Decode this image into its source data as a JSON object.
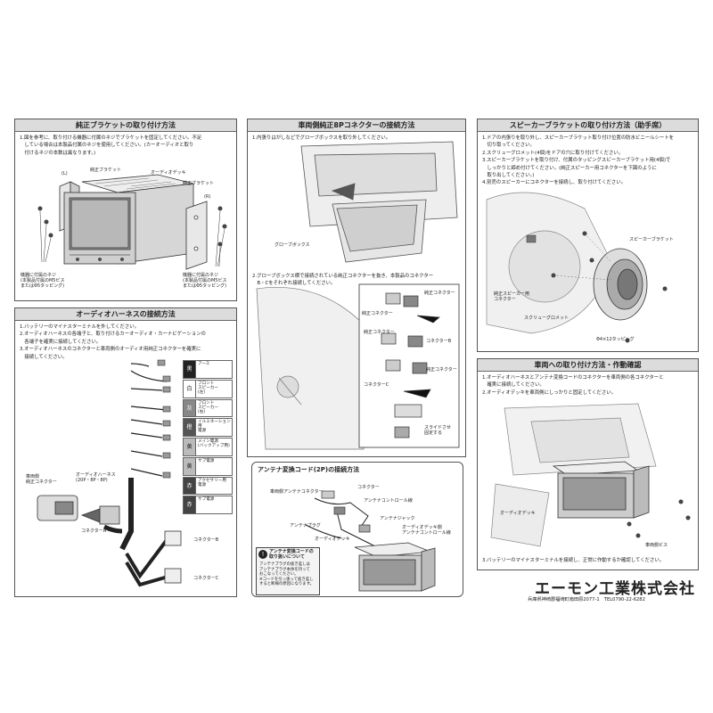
{
  "panels": {
    "bracket": {
      "title": "純正ブラケットの取り付け方法",
      "steps": [
        "1.図を参考に、取り付ける機器に付属のネジでブラケットを固定してください。不足",
        "　している場合は本製品付属のネジを使用してください。(カーオーディオと取り",
        "　付けるネジの本数は異なります。)"
      ],
      "labels": {
        "left": "(L)",
        "right": "(R)",
        "bracket_l": "純正ブラケット",
        "deck": "オーディオデッキ",
        "bracket_r": "純正ブラケット",
        "screw_l": "機器に付属のネジ\n(本製品付属のM5ビス\nまたはΦ5タッピング)",
        "screw_r": "機器に付属のネジ\n(本製品付属のM5ビス\nまたはΦ5タッピング)"
      }
    },
    "connector8p": {
      "title": "車両側純正8Pコネクターの接続方法",
      "step1": "1.内張りはがしなどでグローブボックスを取り外してください。",
      "step2": [
        "2.グローブボックス横で接続されている純正コネクターを抜き、本製品のコネクター",
        "　B・Cをそれぞれ接続してください。"
      ],
      "labels": {
        "glovebox": "グローブボックス",
        "genuine1": "純正コネクター",
        "genuine2": "純正コネクター",
        "genuine3": "純正コネクター",
        "connB": "コネクターB",
        "genuine4": "純正コネクター",
        "connC": "コネクターC",
        "slide": "スライドさせ\n固定する"
      }
    },
    "speaker": {
      "title": "スピーカーブラケットの取り付け方法（助手席）",
      "steps": [
        "1.ドアの内張りを取り外し、スピーカーブラケット取り付け位置の防水ビニールシートを",
        "　切り取ってください。",
        "2.スクリューグロメット(4個)をドアの穴に取り付けてください。",
        "3.スピーカーブラケットを取り付け、付属のタッピングスビーカーブラケット用(4個)で",
        "　しっかりと締め付けてください。(純正スピーカー用コネクターを下図のように",
        "　取り出してください。)",
        "4.別売のスピーカーにコネクターを接続し、取り付けてください。"
      ],
      "labels": {
        "bracket": "スピーカーブラケット",
        "genuine_conn": "純正スピーカー用\nコネクター",
        "grommet": "スクリューグロメット",
        "tapping": "Φ4×12タッピング"
      }
    },
    "harness": {
      "title": "オーディオハーネスの接続方法",
      "steps": [
        "1.バッテリーのマイナスターミナルを外してください。",
        "2.オーディオハーネスの各端子と、取り付けるカーオーディオ・カーナビゲーションの",
        "　各端子を確実に接続してください。",
        "3.オーディオハーネスのコネクターと車両側のオーディオ用純正コネクターを確実に",
        "　接続してください。"
      ],
      "wires": [
        {
          "color": "黒",
          "label": "アース",
          "bg": "#222222",
          "fg": "#ffffff"
        },
        {
          "color": "白",
          "label": "フロント\nスピーカー\n(左)",
          "bg": "#ffffff",
          "fg": "#222222"
        },
        {
          "color": "灰",
          "label": "フロント\nスピーカー\n(右)",
          "bg": "#888888",
          "fg": "#ffffff"
        },
        {
          "color": "橙",
          "label": "イルミネーション用\n電源",
          "bg": "#555555",
          "fg": "#ffffff"
        },
        {
          "color": "黄",
          "label": "メイン電源\n(バックアップ用)",
          "bg": "#bbbbbb",
          "fg": "#222222"
        },
        {
          "color": "黄",
          "label": "サブ電源",
          "bg": "#bbbbbb",
          "fg": "#222222"
        },
        {
          "color": "赤",
          "label": "アクセサリー用\n電源",
          "bg": "#444444",
          "fg": "#ffffff"
        },
        {
          "color": "赤",
          "label": "サブ電源",
          "bg": "#444444",
          "fg": "#ffffff"
        }
      ],
      "labels": {
        "vehicle_conn": "車両側\n純正コネクター",
        "audio_harness": "オーディオハーネス\n(20P・8P・8P)",
        "connA": "コネクターA",
        "connB": "コネクターB",
        "connC": "コネクターC"
      }
    },
    "antenna": {
      "title": "アンテナ変換コード(2P)の接続方法",
      "labels": {
        "vehicle_ant": "車両側アンテナコネクター",
        "connector": "コネクター",
        "ant_ctrl": "アンテナコントロール線",
        "ant_plug": "アンテナプラグ",
        "ant_jack": "アンテナジャック",
        "deck_ant": "オーディオデッキ側\nアンテナコントロール線",
        "deck": "オーディオデッキ"
      },
      "note_title": "アンテナ変換コードの\n取り扱いについて",
      "note_body": "アンテナプラグの抜き差しは\nアンテナプラグ本体を持って\nおこなってください。\n※コードを引っ張って抜き差し\nすると断線の原因になります。"
    },
    "install": {
      "title": "車両への取り付け方法・作動確認",
      "steps": [
        "1.オーディオハーネスとアンテナ変換コードのコネクターを車両側の各コネクターと",
        "　確実に接続してください。",
        "2.オーディオデッキを車両側にしっかりと固定してください。"
      ],
      "step3": "3.バッテリーのマイナスターミナルを接続し、正常に作動するか確認してください。",
      "labels": {
        "deck": "オーディオデッキ",
        "screws": "車両側ビス"
      }
    }
  },
  "company": {
    "name": "エーモン工業株式会社",
    "address": "兵庫県神崎郡福崎町南田原2077-1　TEL0790-22-6282"
  }
}
